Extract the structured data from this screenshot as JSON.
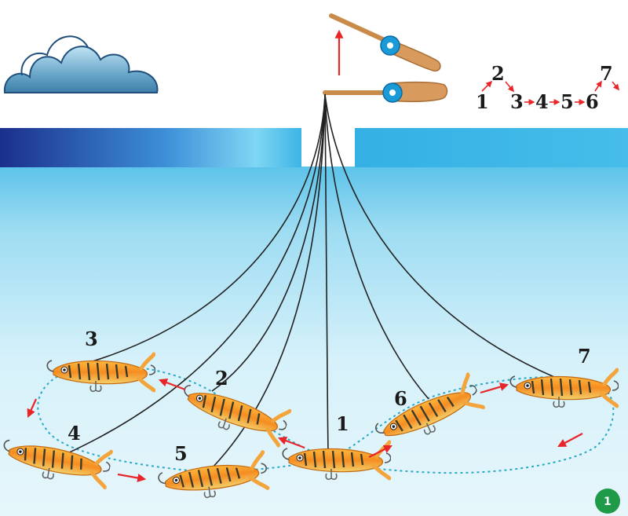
{
  "diagram": {
    "positions": [
      {
        "label": "1"
      },
      {
        "label": "2"
      },
      {
        "label": "3"
      },
      {
        "label": "4"
      },
      {
        "label": "5"
      },
      {
        "label": "6"
      },
      {
        "label": "7"
      }
    ],
    "sequence_legend": {
      "top_left": "2",
      "top_right": "7",
      "bottom": [
        "1",
        "3",
        "4",
        "5",
        "6"
      ]
    },
    "badge": "1",
    "colors": {
      "water_light": "#bfeaf6",
      "water_mid": "#5dc3ea",
      "ice_dark": "#1b2f8c",
      "ice_light": "#58c8f0",
      "arrow": "#e8262a",
      "line": "#222222",
      "path": "#2aa8c8",
      "lure": "#f39a2c",
      "rod_handle": "#d99a5e",
      "reel": "#1a9ad6",
      "badge": "#1e9a48"
    }
  }
}
